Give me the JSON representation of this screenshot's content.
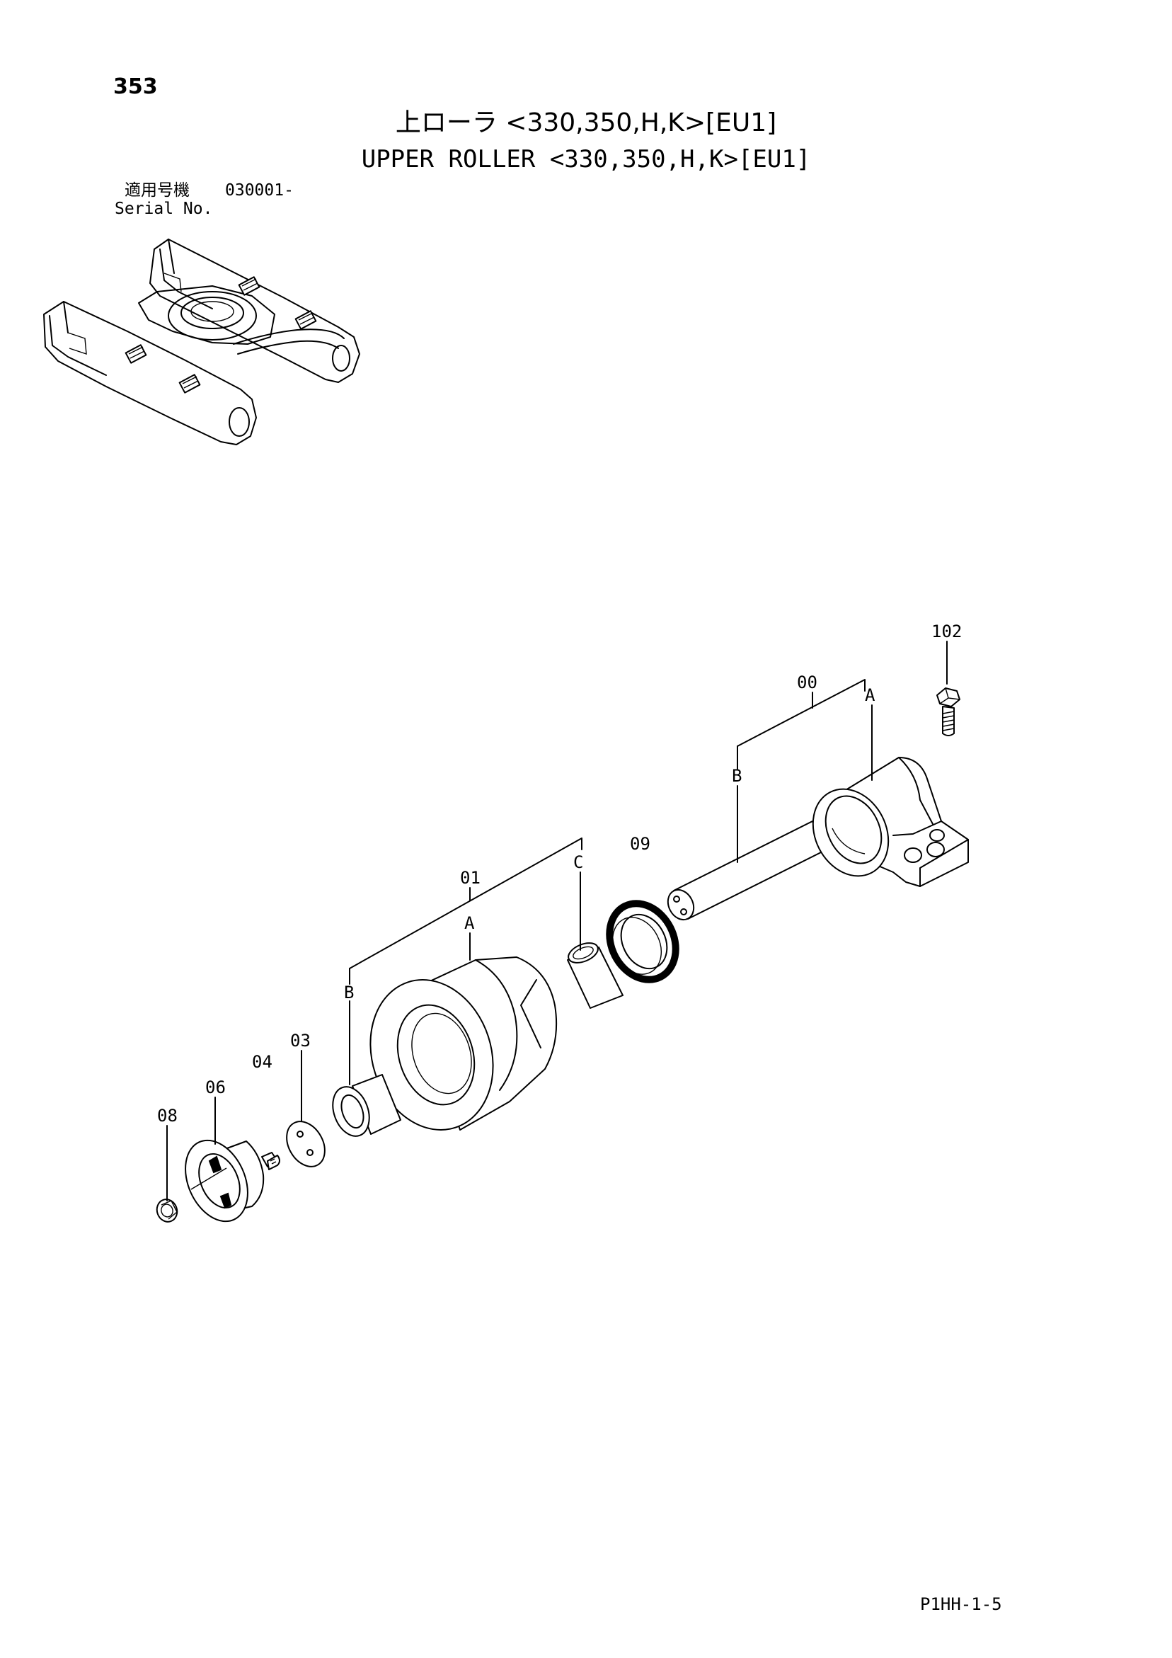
{
  "header": {
    "page_number": "353",
    "title_jp": "上ローラ <330,350,H,K>[EU1]",
    "title_en": "UPPER ROLLER <330,350,H,K>[EU1]",
    "serial_label_jp": "適用号機",
    "serial_value": "030001-",
    "serial_label_en": "Serial No."
  },
  "callouts": {
    "p102": "102",
    "p00": "00",
    "p00_a": "A",
    "p00_b": "B",
    "p09": "09",
    "p01": "01",
    "p01_a": "A",
    "p01_b": "B",
    "p01_c": "C",
    "p03": "03",
    "p04": "04",
    "p06": "06",
    "p08": "08"
  },
  "footer": {
    "page_code": "P1HH-1-5"
  }
}
